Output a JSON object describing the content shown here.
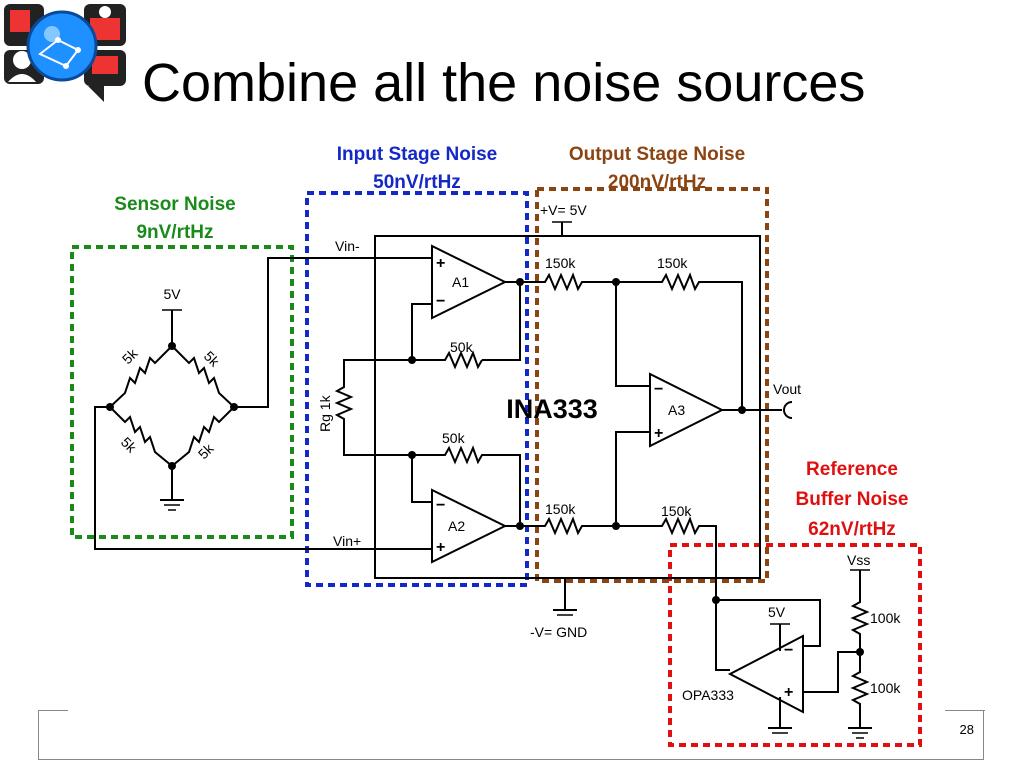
{
  "title": "Combine all the noise sources",
  "page_number": "28",
  "colors": {
    "sensor": "#1a8a1a",
    "input_stage": "#1428c8",
    "output_stage": "#8b4513",
    "reference": "#e01010"
  },
  "regions": {
    "sensor": {
      "name": "Sensor Noise",
      "value": "9nV/rtHz"
    },
    "input_stage": {
      "name": "Input Stage Noise",
      "value": "50nV/rtHz"
    },
    "output_stage": {
      "name": "Output Stage Noise",
      "value": "200nV/rtHz"
    },
    "reference": {
      "name_line1": "Reference",
      "name_line2": "Buffer Noise",
      "value": "62nV/rtHz"
    }
  },
  "labels": {
    "bridge_supply": "5V",
    "bridge_resistor": "5k",
    "vin_minus": "Vin-",
    "vin_plus": "Vin+",
    "rg": "Rg 1k",
    "pos_supply": "+V= 5V",
    "neg_supply": "-V= GND",
    "ina_name": "INA333",
    "a1": "A1",
    "a2": "A2",
    "a3": "A3",
    "r_150k": "150k",
    "r_50k": "50k",
    "vout": "Vout",
    "vss": "Vss",
    "opa_supply": "5V",
    "opa_name": "OPA333",
    "r_100k": "100k",
    "plus": "+",
    "minus": "−"
  }
}
